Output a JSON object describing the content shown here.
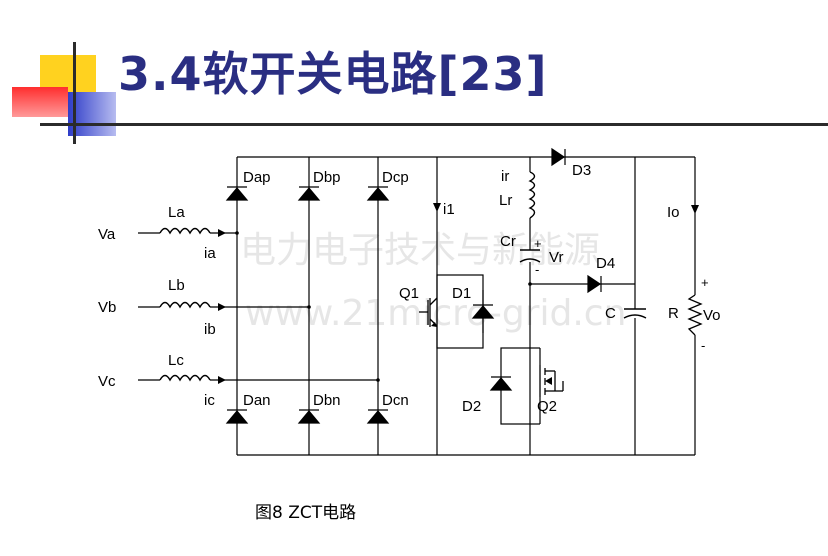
{
  "slide": {
    "title": "3.4软开关电路[23]",
    "caption": "图8    ZCT电路",
    "colors": {
      "title": "#2a2e82",
      "accent_yellow": "#ffd21f",
      "accent_red": "#ff3b3b",
      "accent_blue": "#3b45c8"
    }
  },
  "circuit": {
    "inputs": {
      "va": "Va",
      "vb": "Vb",
      "vc": "Vc"
    },
    "inductors": {
      "la": "La",
      "lb": "Lb",
      "lc": "Lc"
    },
    "currents": {
      "ia": "ia",
      "ib": "ib",
      "ic": "ic",
      "i1": "i1",
      "ir": "ir",
      "io": "Io"
    },
    "bridge_diodes": {
      "dap": "Dap",
      "dbp": "Dbp",
      "dcp": "Dcp",
      "dan": "Dan",
      "dbn": "Dbn",
      "dcn": "Dcn"
    },
    "switches": {
      "q1": "Q1",
      "q2": "Q2"
    },
    "diodes": {
      "d1": "D1",
      "d2": "D2",
      "d3": "D3",
      "d4": "D4"
    },
    "resonant": {
      "lr": "Lr",
      "cr": "Cr",
      "vr": "Vr",
      "cr_plus": "+",
      "cr_minus": "-"
    },
    "output": {
      "c": "C",
      "r": "R",
      "vo": "Vo",
      "plus": "+",
      "minus": "-"
    },
    "watermark": {
      "line1": "电力电子技术与新能源",
      "line2": "www.21micro-grid.cn"
    }
  }
}
